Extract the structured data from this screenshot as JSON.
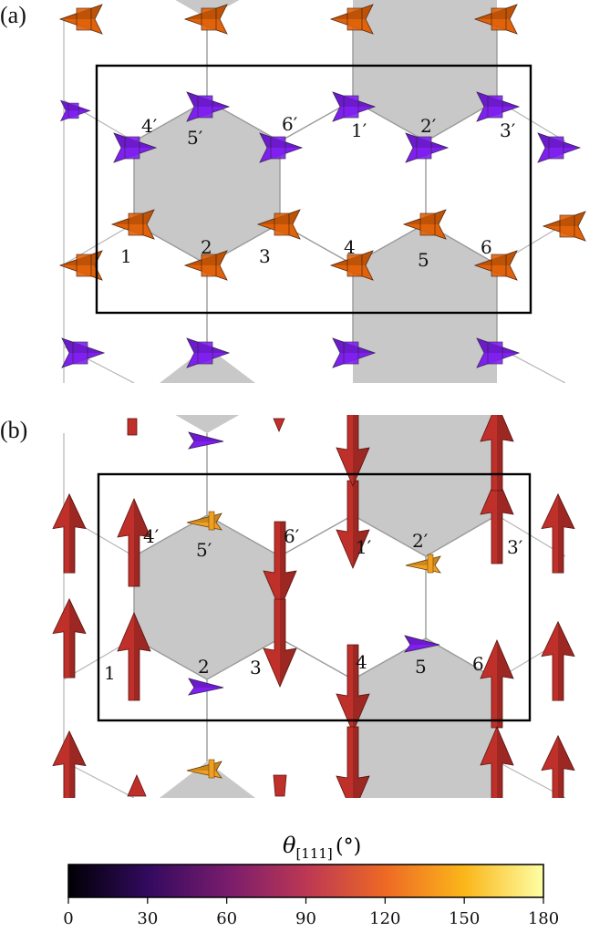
{
  "panels": [
    {
      "label": "(a)",
      "site_labels": [
        "4′",
        "5′",
        "6′",
        "1′",
        "2′",
        "3′",
        "1",
        "2",
        "3",
        "4",
        "5",
        "6"
      ]
    },
    {
      "label": "(b)",
      "site_labels": [
        "4′",
        "5′",
        "6′",
        "1′",
        "2′",
        "3′",
        "1",
        "2",
        "3",
        "4",
        "5",
        "6"
      ]
    }
  ],
  "colorbar": {
    "title": "θ[111]",
    "unit": "(°)",
    "ticks": [
      "0",
      "30",
      "60",
      "90",
      "120",
      "150",
      "180"
    ],
    "colormap": [
      "#000004",
      "#320a5e",
      "#781c6d",
      "#bc3754",
      "#ed6925",
      "#fbb61a",
      "#fcffa4"
    ]
  },
  "colors": {
    "violet": "#7f1ff0",
    "orange": "#e0620a",
    "red": "#c0302a",
    "yellow": "#f0a020",
    "hex_fill": "#c8c8c8"
  },
  "chart_data": {
    "type": "colorbar",
    "quantity": "θ[111]",
    "unit": "°",
    "range": [
      0,
      180
    ],
    "ticks": [
      0,
      30,
      60,
      90,
      120,
      150,
      180
    ]
  }
}
